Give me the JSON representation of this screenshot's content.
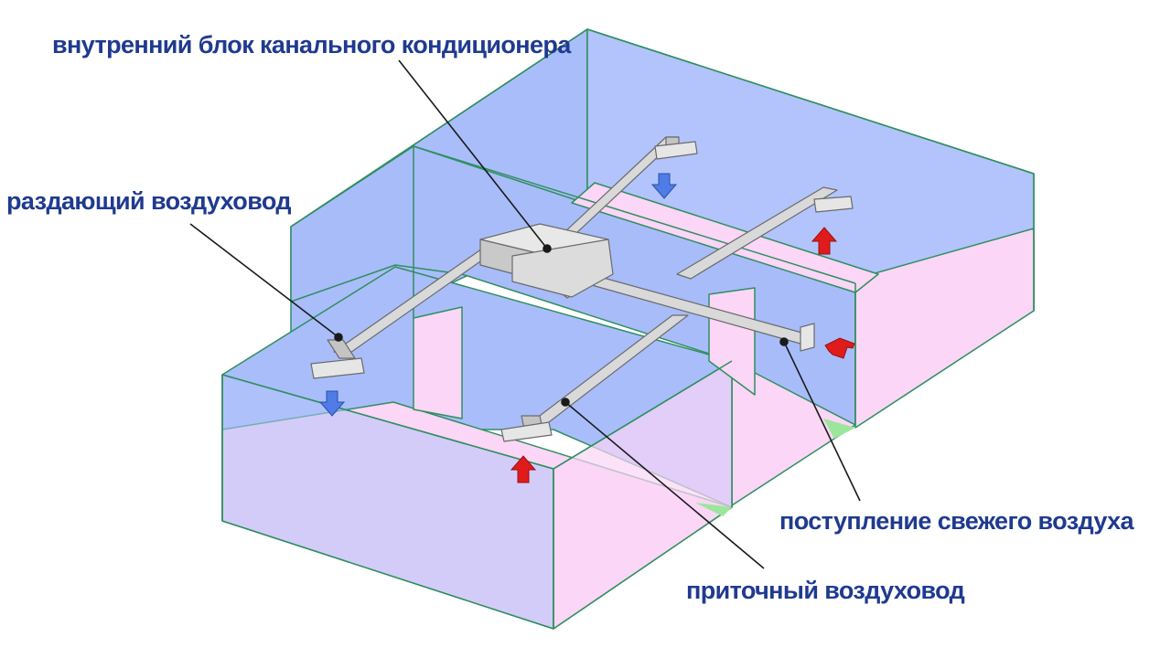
{
  "labels": {
    "indoor_unit": "внутренний блок канального кондиционера",
    "distribution_duct": "раздающий воздуховод",
    "fresh_air_intake": "поступление свежего воздуха",
    "supply_duct": "приточный воздуховод"
  },
  "colors": {
    "label_text": "#1f3a8f",
    "wall_blue": "#a9bdfb",
    "floor_pink": "#fbd6f6",
    "duct_gray": "#d6d6d6",
    "edge_green": "#2f8f5f",
    "arrow_red": "#e01b1b",
    "arrow_blue": "#4f7ce6"
  }
}
